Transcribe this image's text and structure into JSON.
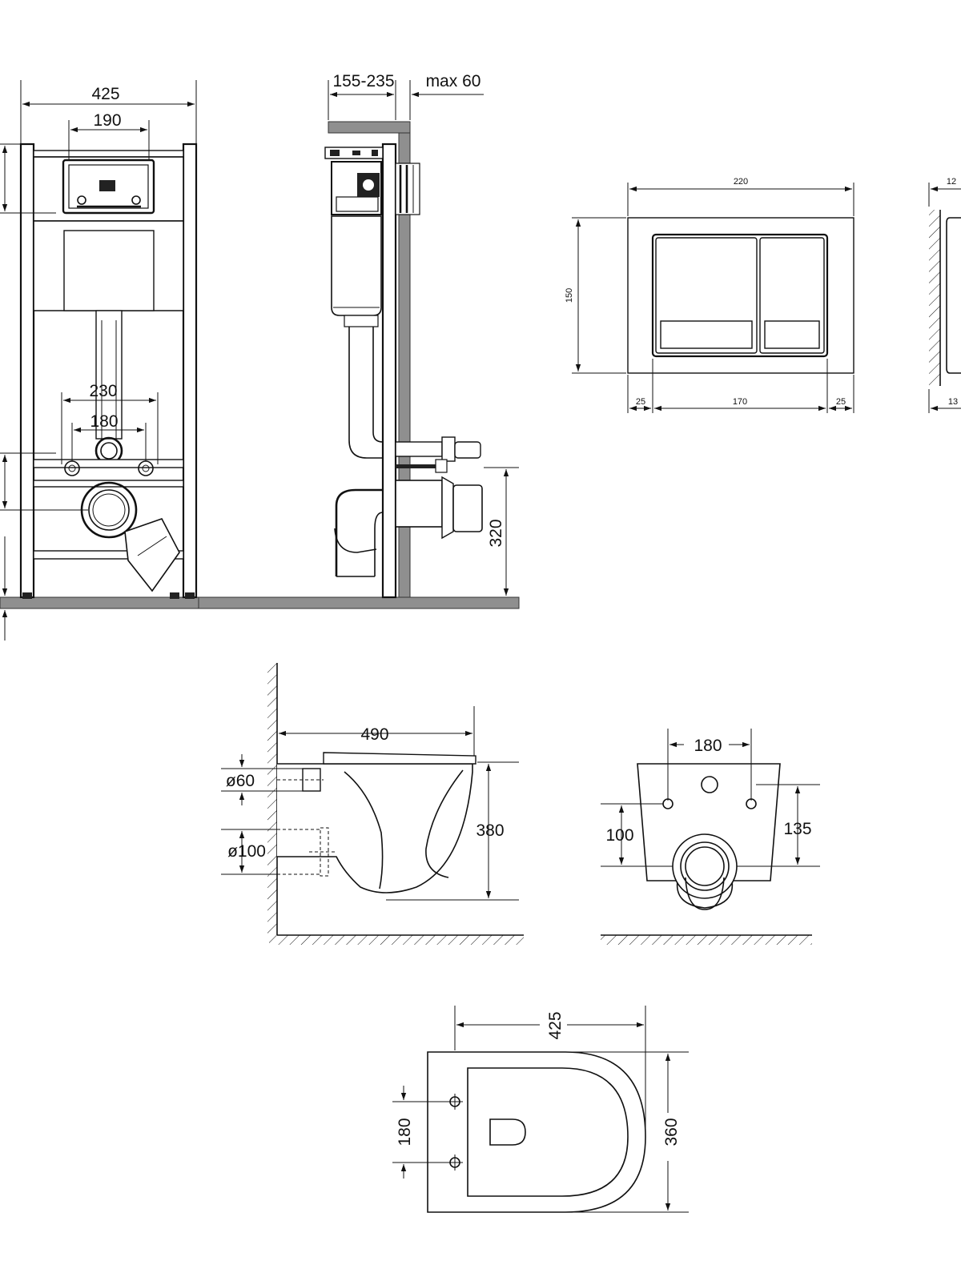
{
  "colors": {
    "line": "#111111",
    "floor": "#8f8f8f",
    "background": "#ffffff"
  },
  "frame_front": {
    "width": "425",
    "plate_width": "190",
    "pipe_spacing": "230",
    "bolt_spacing": "180"
  },
  "frame_side": {
    "depth_range": "155-235",
    "max_clearance": "max 60",
    "outlet_height": "320"
  },
  "flush_plate": {
    "width": "220",
    "height": "150",
    "margin_left": "25",
    "button_width": "170",
    "margin_right": "25",
    "thickness_top": "12",
    "thickness_bottom": "13"
  },
  "toilet_side": {
    "length": "490",
    "inlet_diameter": "ø60",
    "outlet_diameter": "ø100",
    "height": "380"
  },
  "toilet_back": {
    "bolt_spacing": "180",
    "drain_height": "100",
    "inlet_height": "135"
  },
  "toilet_top": {
    "width": "425",
    "depth": "360",
    "bolt_spacing": "180"
  }
}
